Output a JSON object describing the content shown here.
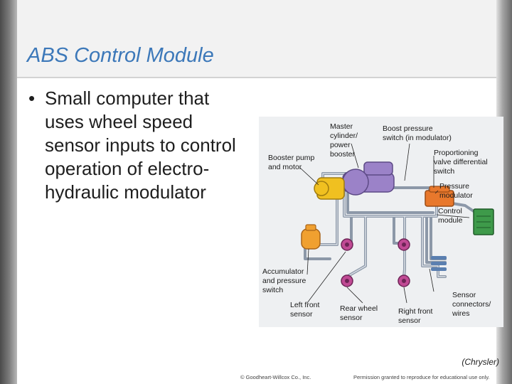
{
  "slide": {
    "title": "ABS Control Module",
    "bullets": [
      {
        "symbol": "•",
        "lines": [
          "Small computer that",
          "uses wheel speed",
          "sensor inputs to control",
          "operation of electro-",
          "hydraulic modulator"
        ]
      }
    ]
  },
  "figure": {
    "labels": {
      "master_cylinder": [
        "Master",
        "cylinder/",
        "power",
        "booster"
      ],
      "boost_pressure_switch": [
        "Boost pressure",
        "switch (in modulator)"
      ],
      "booster_pump": [
        "Booster pump",
        "and motor"
      ],
      "proportioning_valve": [
        "Proportioning",
        "valve differential",
        "switch"
      ],
      "pressure_modulator": [
        "Pressure",
        "modulator"
      ],
      "control_module": [
        "Control",
        "module"
      ],
      "accumulator": [
        "Accumulator",
        "and pressure",
        "switch"
      ],
      "left_front_sensor": [
        "Left front",
        "sensor"
      ],
      "rear_wheel_sensor": [
        "Rear wheel",
        "sensor"
      ],
      "right_front_sensor": [
        "Right front",
        "sensor"
      ],
      "sensor_connectors": [
        "Sensor",
        "connectors/",
        "wires"
      ]
    },
    "colors": {
      "master_cylinder": "#9b82c8",
      "booster_pump": "#f0c020",
      "accumulator": "#f0a030",
      "pressure_modulator": "#e8782c",
      "control_module": "#3e9a4a",
      "wheel_sensor": "#c04a94",
      "tubing": "#8c98a8"
    }
  },
  "credit": "(Chrysler)",
  "footer": {
    "copyright": "© Goodheart-Willcox Co., Inc.",
    "permission": "Permission granted to reproduce for educational use only."
  }
}
